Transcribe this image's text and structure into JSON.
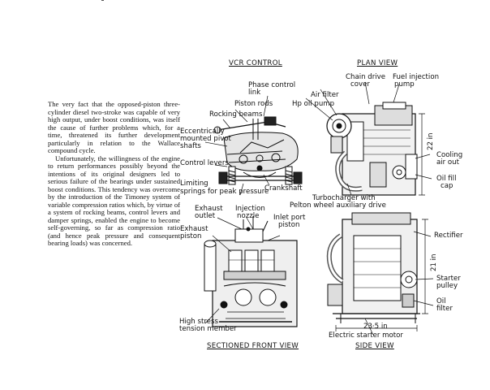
{
  "paragraphs": [
    "The very fact that the opposed-piston three-cylinder diesel two-stroke was capable of very high output, under boost conditions, was itself the cause of further problems which, for a time, threatened its further development particularly in relation to the Wallace compound cycle.",
    "Unfortunately, the willingness of the engine to return performances possibly beyond the intentions of its original designers led to serious failure of the bearings under sustained boost conditions. This tendency was overcome by the introduction of the Timoney system of variable compression ratios which, by virtue of a system of rocking beams, control levers and damper springs, enabled the engine to become self-governing, so far as compression ratio (and hence peak pressure and consequent bearing loads) was concerned."
  ],
  "views": {
    "vcr": "VCR CONTROL",
    "plan": "PLAN VIEW",
    "front": "SECTIONED FRONT VIEW",
    "side": "SIDE VIEW"
  },
  "vcr_labels": {
    "phase_control_1": "Phase control",
    "phase_control_2": "link",
    "piston_rods": "Piston rods",
    "rocking_beams": "Rocking beams",
    "ecc_1": "Eccentrically",
    "ecc_2": "mounted pivot",
    "ecc_3": "shafts",
    "control_levers": "Control levers",
    "limiting_1": "Limiting",
    "limiting_2": "springs for peak pressure",
    "crankshaft": "Crankshaft"
  },
  "plan_labels": {
    "chain_1": "Chain drive",
    "chain_2": "cover",
    "fuel_1": "Fuel injection",
    "fuel_2": "pump",
    "air_filter": "Air filter",
    "hp_oil": "Hp oil pump",
    "dim_22": "22 in",
    "cooling_1": "Cooling",
    "cooling_2": "air out",
    "oil_fill_1": "Oil fill",
    "oil_fill_2": "cap",
    "turbo_1": "Turbocharger with",
    "turbo_2": "Pelton wheel auxiliary drive"
  },
  "front_labels": {
    "exhaust_outlet_1": "Exhaust",
    "exhaust_outlet_2": "outlet",
    "injection_1": "Injection",
    "injection_2": "nozzle",
    "inlet_1": "Inlet port",
    "inlet_2": "piston",
    "exhaust_piston_1": "Exhaust",
    "exhaust_piston_2": "piston",
    "high_stress_1": "High stress",
    "high_stress_2": "tension member"
  },
  "side_labels": {
    "rectifier": "Rectifier",
    "dim_21": "21 in",
    "starter_1": "Starter",
    "starter_2": "pulley",
    "oil_filter_1": "Oil",
    "oil_filter_2": "filter",
    "dim_235": "23·5 in",
    "electric_starter": "Electric starter motor"
  }
}
